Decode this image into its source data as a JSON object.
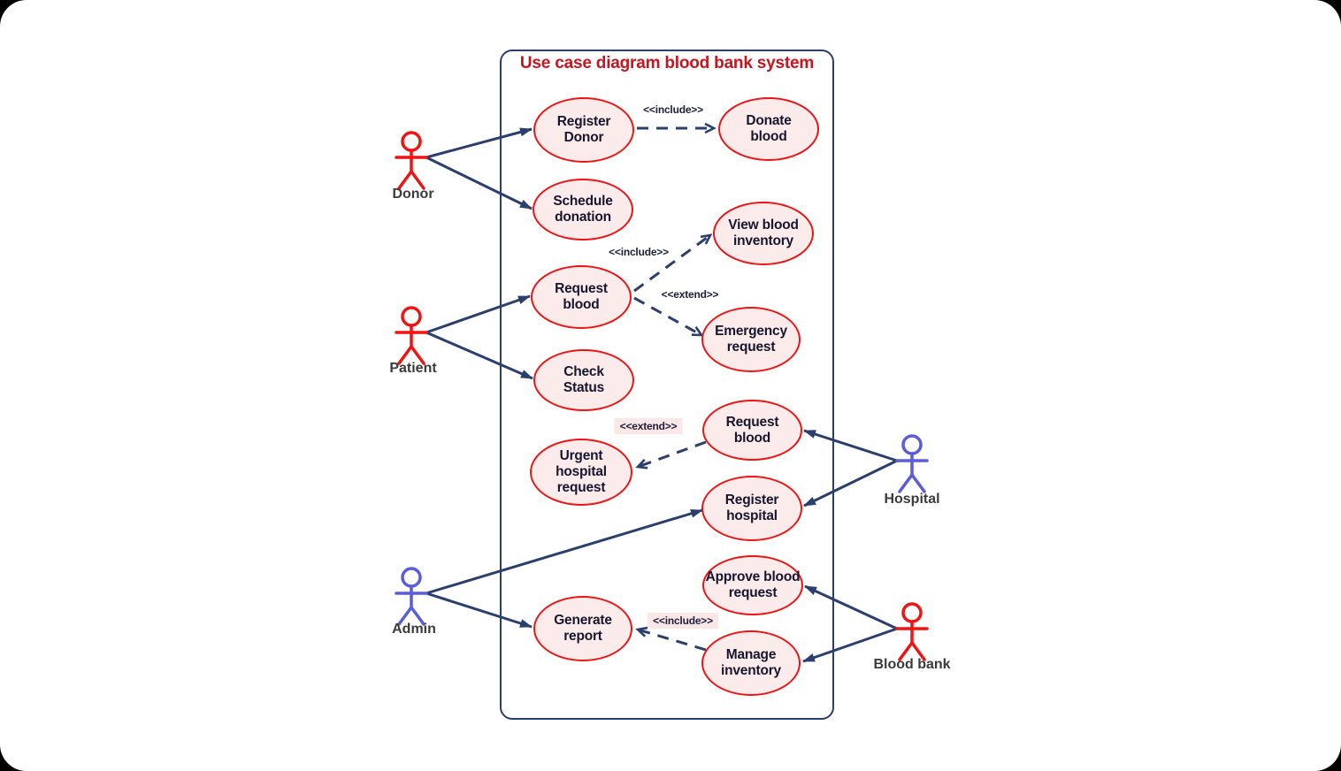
{
  "diagram": {
    "title": "Use case diagram blood bank system"
  },
  "actors": {
    "donor": {
      "label": "Donor",
      "color": "#f21212"
    },
    "patient": {
      "label": "Patient",
      "color": "#f21212"
    },
    "admin": {
      "label": "Admin",
      "color": "#5a5ddb"
    },
    "hospital": {
      "label": "Hospital",
      "color": "#5a5ddb"
    },
    "blood_bank": {
      "label": "Blood bank",
      "color": "#f21212"
    }
  },
  "use_cases": {
    "register_donor": {
      "label": "Register\nDonor"
    },
    "donate_blood": {
      "label": "Donate\nblood"
    },
    "schedule_donation": {
      "label": "Schedule\ndonation"
    },
    "view_blood_inventory": {
      "label": "View blood\ninventory"
    },
    "request_blood_patient": {
      "label": "Request\nblood"
    },
    "emergency_request": {
      "label": "Emergency\nrequest"
    },
    "check_status": {
      "label": "Check\nStatus"
    },
    "request_blood_hospital": {
      "label": "Request\nblood"
    },
    "urgent_hospital_request": {
      "label": "Urgent\nhospital\nrequest"
    },
    "register_hospital": {
      "label": "Register\nhospital"
    },
    "approve_blood_request": {
      "label": "Approve blood\nrequest"
    },
    "generate_report": {
      "label": "Generate\nreport"
    },
    "manage_inventory": {
      "label": "Manage\ninventory"
    }
  },
  "relations": {
    "include_donate": {
      "type": "include",
      "label": "<<include>>"
    },
    "include_view_inventory": {
      "type": "include",
      "label": "<<include>>"
    },
    "extend_emergency": {
      "type": "extend",
      "label": "<<extend>>"
    },
    "extend_urgent": {
      "type": "extend",
      "label": "<<extend>>"
    },
    "include_report": {
      "type": "include",
      "label": "<<include>>"
    }
  },
  "colors": {
    "ellipse_border": "#ee1414",
    "ellipse_fill": "#fcebeb",
    "association": "#2a3f6e",
    "boundary": "#2a3f6e",
    "title": "#c9141f",
    "relation_label_bg": "#fbe7e7"
  }
}
